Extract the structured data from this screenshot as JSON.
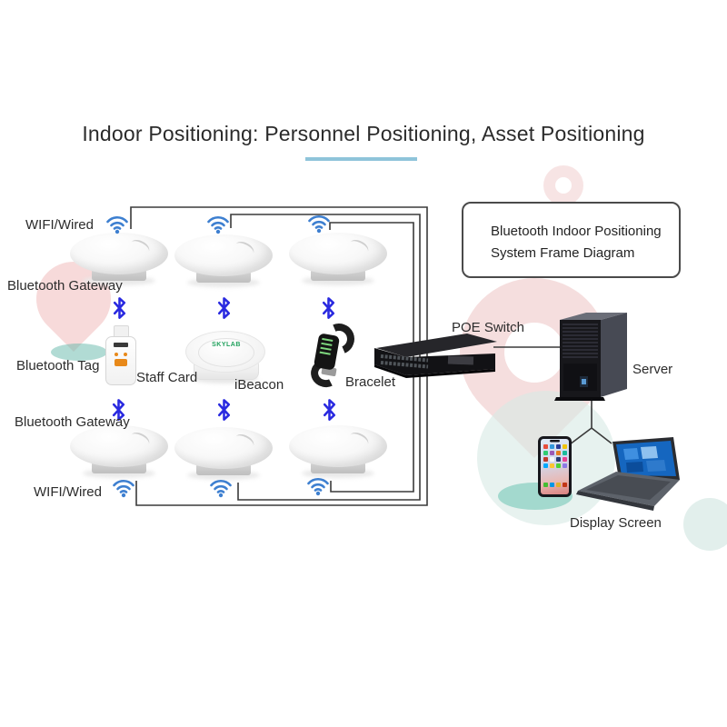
{
  "title": "Indoor Positioning: Personnel Positioning, Asset Positioning",
  "frame_box": {
    "line1": "Bluetooth Indoor Positioning",
    "line2": "System Frame Diagram"
  },
  "labels": {
    "wifi_wired_top": "WIFI/Wired",
    "bluetooth_gateway_top": "Bluetooth Gateway",
    "bluetooth_tag": "Bluetooth Tag",
    "staff_card": "Staff Card",
    "ibeacon": "iBeacon",
    "bracelet": "Bracelet",
    "poe_switch": "POE Switch",
    "server": "Server",
    "bluetooth_gateway_bottom": "Bluetooth Gateway",
    "wifi_wired_bottom": "WIFI/Wired",
    "display_screen": "Display Screen"
  },
  "devices": {
    "ibeacon_brand": "SKYLAB"
  },
  "icons": {
    "wifi": "wifi-arcs",
    "bluetooth": "bluetooth-rune"
  },
  "colors": {
    "accent_underline": "#8fc4da",
    "wifi_icon": "#3d7fd0",
    "bluetooth_icon": "#2a2ae0",
    "connector_line": "#3a3a3a",
    "pin_red_faded": "#e9b3b3",
    "pin_teal": "#5fbfae",
    "ibeacon_brand_green": "#21a15d",
    "text": "#2c2c2c"
  }
}
